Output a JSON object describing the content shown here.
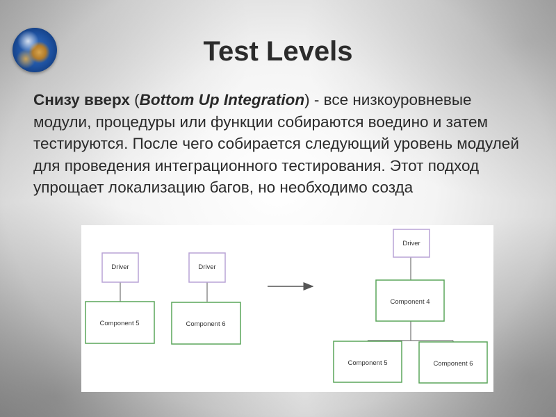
{
  "slide": {
    "title": "Test Levels",
    "paragraph": {
      "lead": "Снизу вверх",
      "open_paren": " (",
      "term": "Bottom Up Integration",
      "rest": ") - все низкоуровневые модули, процедуры или функции собираются воедино и затем тестируются. После чего собирается следующий уровень модулей для проведения интеграционного тестирования. Этот подход упрощает локализацию багов, но необходимо созда"
    }
  },
  "diagram": {
    "colors": {
      "driver_border": "#b9a3d6",
      "component_border": "#5aa55a",
      "line": "#555555"
    },
    "left_group_1": {
      "driver": "Driver",
      "component": "Component 5"
    },
    "left_group_2": {
      "driver": "Driver",
      "component": "Component 6"
    },
    "right_tree": {
      "driver": "Driver",
      "parent": "Component 4",
      "child_left": "Component 5",
      "child_right": "Component 6"
    }
  }
}
